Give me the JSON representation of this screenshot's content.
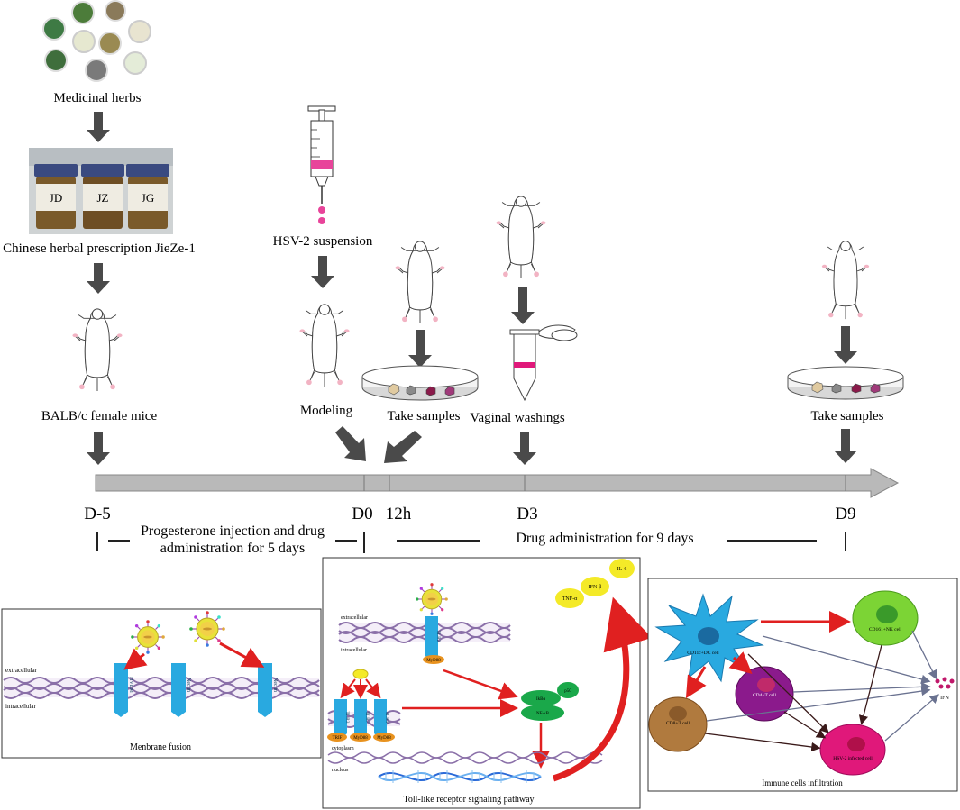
{
  "workflow": {
    "herbs_label": "Medicinal herbs",
    "prescription_label": "Chinese herbal prescription JieZe-1",
    "jar_labels": [
      "JD",
      "JZ",
      "JG"
    ],
    "mice_label": "BALB/c female mice",
    "hsv_label": "HSV-2 suspension",
    "modeling_label": "Modeling",
    "take_samples_12h_label": "Take samples",
    "vaginal_label": "Vaginal washings",
    "take_samples_d9_label": "Take samples"
  },
  "timeline": {
    "ticks": [
      "D-5",
      "D0",
      "12h",
      "D3",
      "D9"
    ],
    "phase1_line1": "Progesterone injection and drug",
    "phase1_line2": "administration for 5 days",
    "phase2": "Drug administration for 9 days"
  },
  "membrane_panel": {
    "extracellular": "extracellular",
    "intracellular": "intracellular",
    "receptors": [
      "HVEM",
      "Nectin",
      "Nectin"
    ],
    "caption": "Menbrane fusion"
  },
  "tlr_panel": {
    "extracellular": "extracellular",
    "intracellular": "intracellular",
    "cytoplasm": "cytoplasm",
    "nucleus": "nucleus",
    "receptors": [
      "TLR2",
      "TLR3",
      "TLR7",
      "TLR9"
    ],
    "adaptors": [
      "MyD88",
      "TRIF",
      "MyD88",
      "MyD88"
    ],
    "nfkb_labels": [
      "IkBα",
      "p50",
      "NF-κB"
    ],
    "cytokines": [
      "TNF-α",
      "IFN-β",
      "IL-6"
    ],
    "caption": "Toll-like receptor signaling pathway"
  },
  "immune_panel": {
    "cells": [
      "CD11c+DC cell",
      "CD161+NK cell",
      "CD4+T cell",
      "CD8+T cell",
      "HSV-2 infected cell"
    ],
    "ifn": "IFN",
    "caption": "Immune cells infiltration"
  },
  "colors": {
    "arrow": "#4a4a4a",
    "timeline_bar": "#b9b9b9",
    "receptor": "#29a9e0",
    "red_arrow": "#e02020",
    "virus": "#e8e23a",
    "adaptor": "#e8921e",
    "nfkb": "#1aa84a",
    "cytokine": "#f4ea28",
    "dc": "#29a9e0",
    "nk": "#7cd435",
    "cd4": "#8b1a8c",
    "cd8": "#b07a3e",
    "infected": "#e0187a",
    "dye": "#e8449a"
  },
  "icons": [
    "herb-bowl-icon",
    "jar-icon",
    "mouse-icon",
    "syringe-icon",
    "petri-dish-icon",
    "tube-icon",
    "virus-icon",
    "dna-icon"
  ]
}
